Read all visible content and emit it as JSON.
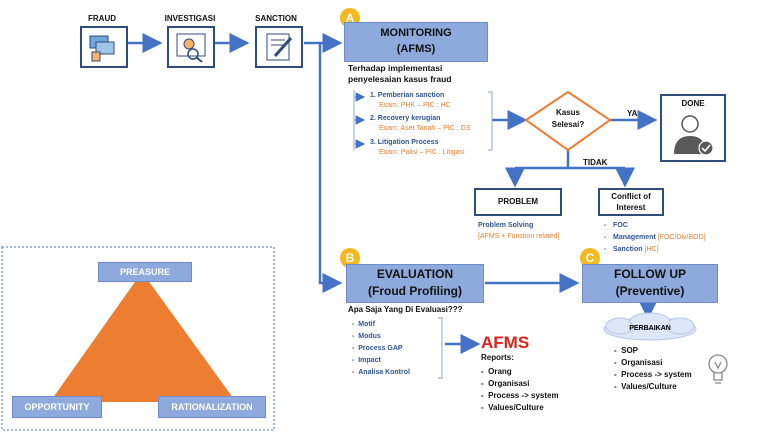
{
  "top_flow": {
    "fraud": "FRAUD",
    "investigasi": "INVESTIGASI",
    "sanction": "SANCTION"
  },
  "monitoring": {
    "badge": "A",
    "title_line1": "MONITORING",
    "title_line2": "(AFMS)",
    "desc_line1": "Terhadap implementasi",
    "desc_line2": "penyelesaian kasus fraud",
    "items": [
      {
        "label": "1. Pemberian sanction",
        "example": "Exam: PHK – PIC : HC"
      },
      {
        "label": "2. Recovery kerugian",
        "example": "Exam: Aset Tanah – PIC : GS"
      },
      {
        "label": "3. Litigation Process",
        "example": "Exam: Polisi – PIC : Litigasi"
      }
    ]
  },
  "decision": {
    "line1": "Kasus",
    "line2": "Selesai?",
    "yes": "YA",
    "no": "TIDAK"
  },
  "done": {
    "label": "DONE"
  },
  "problem": {
    "title": "PROBLEM",
    "solving": "Problem Solving",
    "detail": "[AFMS + Function related]"
  },
  "conflict": {
    "title_line1": "Conflict of",
    "title_line2": "Interest",
    "items": [
      {
        "label": "FOC",
        "extra": ""
      },
      {
        "label": "Management",
        "extra": "[FOC/Div/BOD]"
      },
      {
        "label": "Sanction",
        "extra": "[HC]"
      }
    ]
  },
  "evaluation": {
    "badge": "B",
    "title_line1": "EVALUATION",
    "title_line2": "(Froud Profiling)",
    "question": "Apa Saja Yang Di Evaluasi???",
    "items": [
      "Motif",
      "Modus",
      "Process GAP",
      "Impact",
      "Analisa Kontrol"
    ]
  },
  "afms": {
    "title": "AFMS",
    "reports_label": "Reports:",
    "items": [
      "Orang",
      "Organisasi",
      "Process -> system",
      "Values/Culture"
    ]
  },
  "followup": {
    "badge": "C",
    "title_line1": "FOLLOW UP",
    "title_line2": "(Preventive)",
    "cloud": "PERBAIKAN",
    "items": [
      "SOP",
      "Organisasi",
      "Process -> system",
      "Values/Culture"
    ]
  },
  "triangle": {
    "top": "PREASURE",
    "left": "OPPORTUNITY",
    "right": "RATIONALIZATION"
  },
  "colors": {
    "header_blue": "#8ea9db",
    "dark_blue": "#2f5597",
    "orange": "#ed7d31",
    "badge_yellow": "#f5b81e",
    "afms_red": "#e0201b"
  }
}
